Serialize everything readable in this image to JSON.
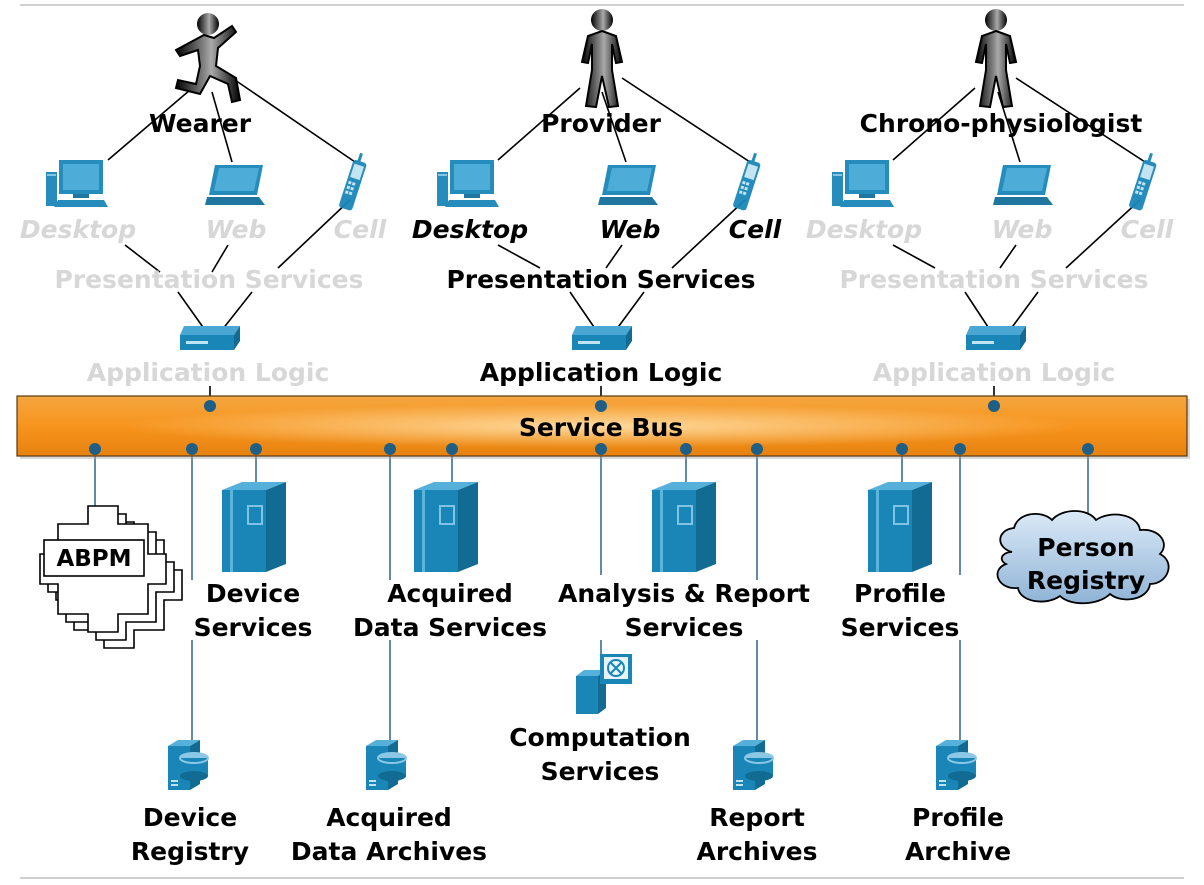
{
  "actors": {
    "wearer": "Wearer",
    "provider": "Provider",
    "chrono": "Chrono-physiologist"
  },
  "devices": {
    "desktop": "Desktop",
    "web": "Web",
    "cell": "Cell"
  },
  "layers": {
    "presentation": "Presentation Services",
    "application": "Application Logic"
  },
  "bus": {
    "label": "Service Bus"
  },
  "services": {
    "abpm": "ABPM",
    "device_services_1": "Device",
    "device_services_2": "Services",
    "acquired_services_1": "Acquired",
    "acquired_services_2": "Data Services",
    "analysis_1": "Analysis & Report",
    "analysis_2": "Services",
    "profile_services_1": "Profile",
    "profile_services_2": "Services",
    "person_registry_1": "Person",
    "person_registry_2": "Registry",
    "computation_1": "Computation",
    "computation_2": "Services"
  },
  "archives": {
    "device_registry_1": "Device",
    "device_registry_2": "Registry",
    "acquired_archives_1": "Acquired",
    "acquired_archives_2": "Data Archives",
    "report_archives_1": "Report",
    "report_archives_2": "Archives",
    "profile_archive_1": "Profile",
    "profile_archive_2": "Archive"
  },
  "colors": {
    "bus_orange": "#f7941d",
    "device_blue": "#1a86b8",
    "faded_text": "#d7d7d7"
  }
}
